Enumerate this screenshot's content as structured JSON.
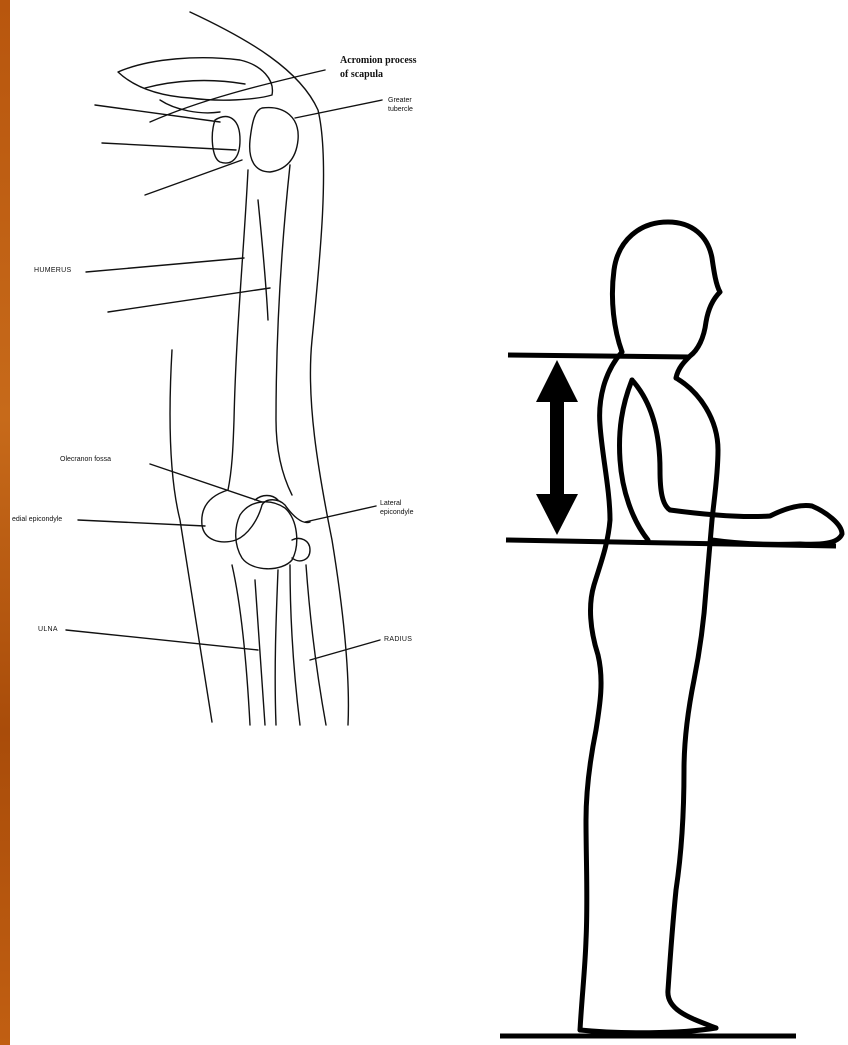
{
  "accent": {
    "stripe": "#c1640f",
    "ink": "#111111"
  },
  "labels": {
    "acromion_line1": "Acromion process",
    "acromion_line2": "of scapula",
    "greater_tubercle_line1": "Greater",
    "greater_tubercle_line2": "tubercle",
    "humerus": "HUMERUS",
    "olecranon_fossa": "Olecranon fossa",
    "lateral_epicondyle_line1": "Lateral",
    "lateral_epicondyle_line2": "epicondyle",
    "medial_epicondyle": "edial epicondyle",
    "ulna": "ULNA",
    "radius": "RADIUS"
  }
}
